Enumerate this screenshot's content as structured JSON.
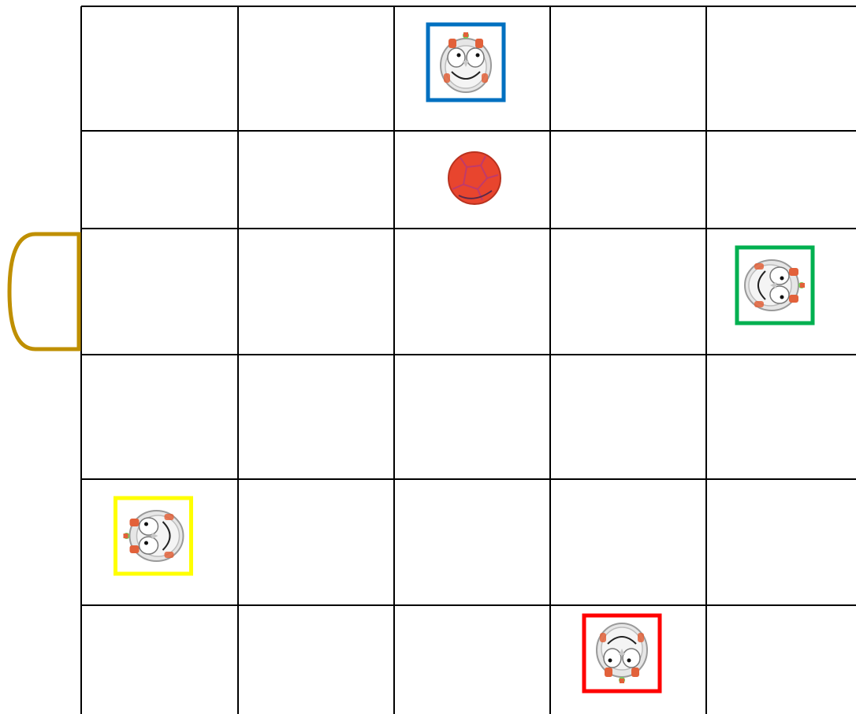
{
  "grid": {
    "rows": 6,
    "cols": 5
  },
  "colors": {
    "grid_line": "#000000",
    "goal": "#BF8F00",
    "blue": "#0070C0",
    "green": "#00B050",
    "yellow": "#FFFF00",
    "red": "#FF0000",
    "ball": "#E8452E"
  },
  "goal": {
    "side": "left",
    "row_span": "3"
  },
  "ball": {
    "row": 2,
    "col": 3,
    "icon": "soccer-ball-icon"
  },
  "robots": [
    {
      "id": "blue",
      "frame_color": "#0070C0",
      "row": 1,
      "col": 3,
      "facing": "up",
      "icon": "bee-bot-icon"
    },
    {
      "id": "green",
      "frame_color": "#00B050",
      "row": 3,
      "col": 5,
      "facing": "right",
      "icon": "bee-bot-icon"
    },
    {
      "id": "yellow",
      "frame_color": "#FFFF00",
      "row": 5,
      "col": 1,
      "facing": "left",
      "icon": "bee-bot-icon"
    },
    {
      "id": "red",
      "frame_color": "#FF0000",
      "row": 6,
      "col": 4,
      "facing": "down",
      "icon": "bee-bot-icon"
    }
  ]
}
